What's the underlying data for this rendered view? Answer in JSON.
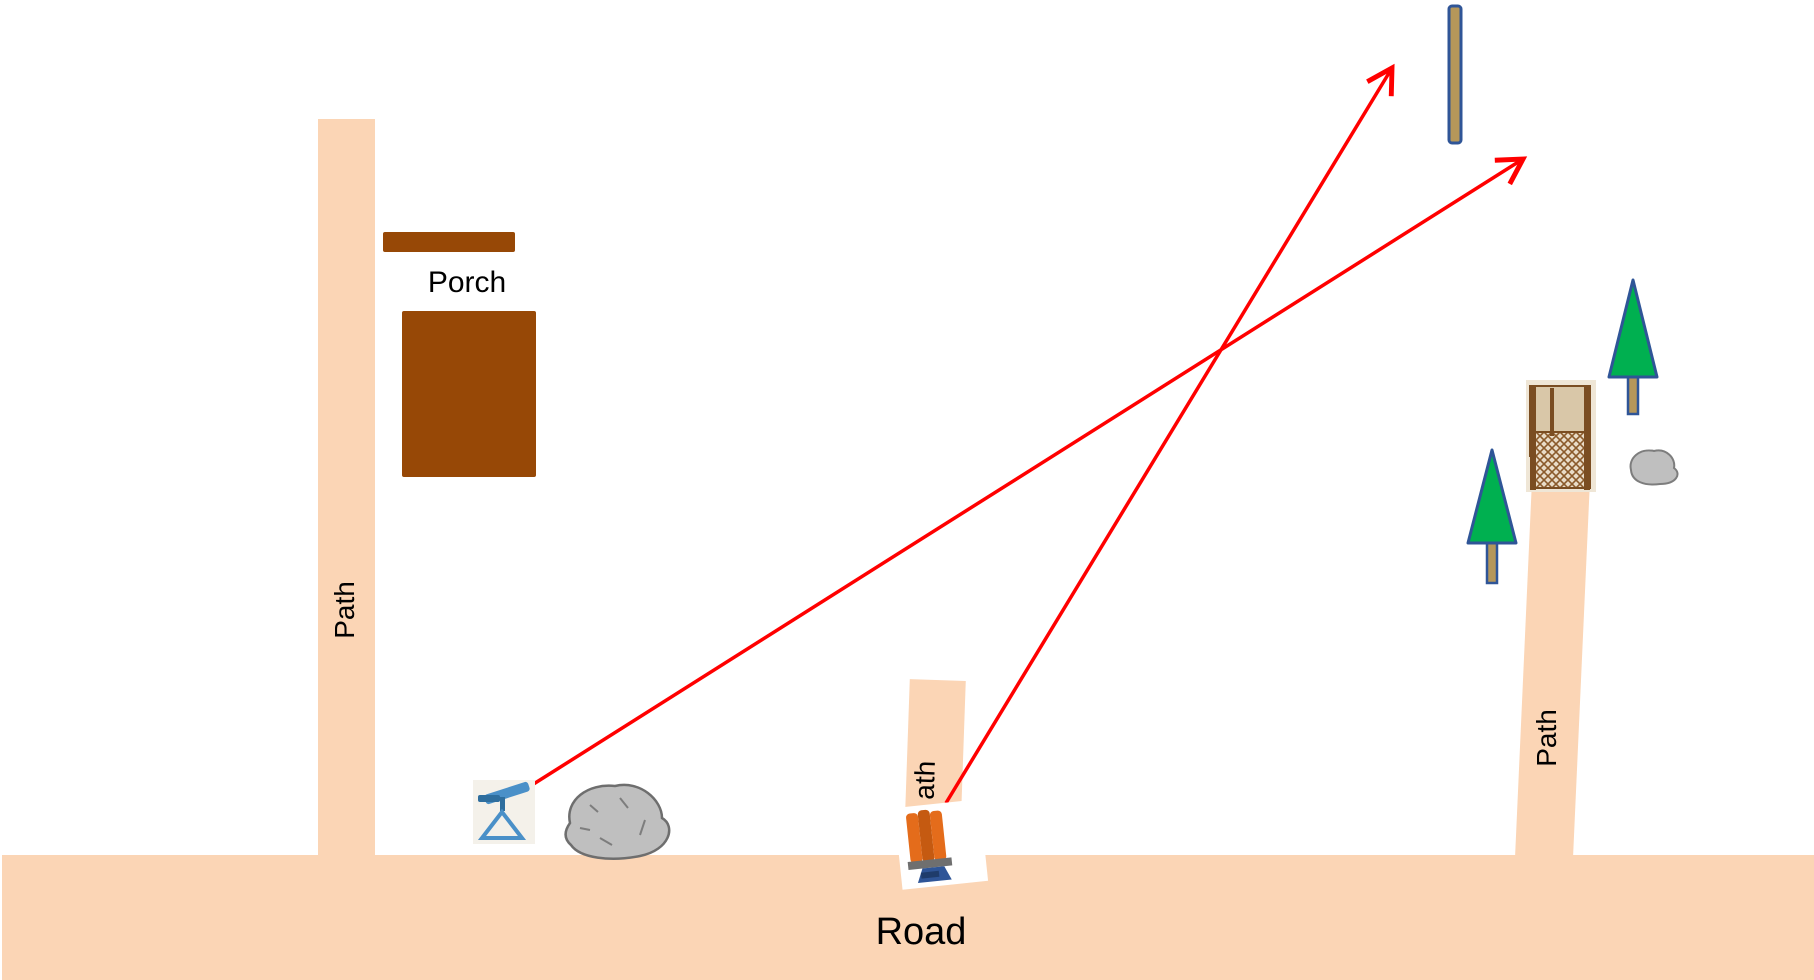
{
  "labels": {
    "road": "Road",
    "path_left": "Path",
    "path_middle": "ath",
    "path_right": "Path",
    "porch": "Porch"
  },
  "colors": {
    "path_fill": "#fbd5b5",
    "porch_brown": "#974806",
    "arrow_red": "#ff0000",
    "tree_green": "#00b050",
    "tree_outline": "#2f5597",
    "trunk_fill": "#b5975a",
    "post_fill": "#b5975a",
    "rock_fill": "#bfbfbf"
  },
  "icons": {
    "thrower_left": "trap-thrower-icon",
    "thrower_middle": "clay-pigeon-thrower-icon",
    "trap_house": "lattice-trap-house-icon",
    "rock": "rock-icon",
    "tree": "pine-tree-icon"
  }
}
